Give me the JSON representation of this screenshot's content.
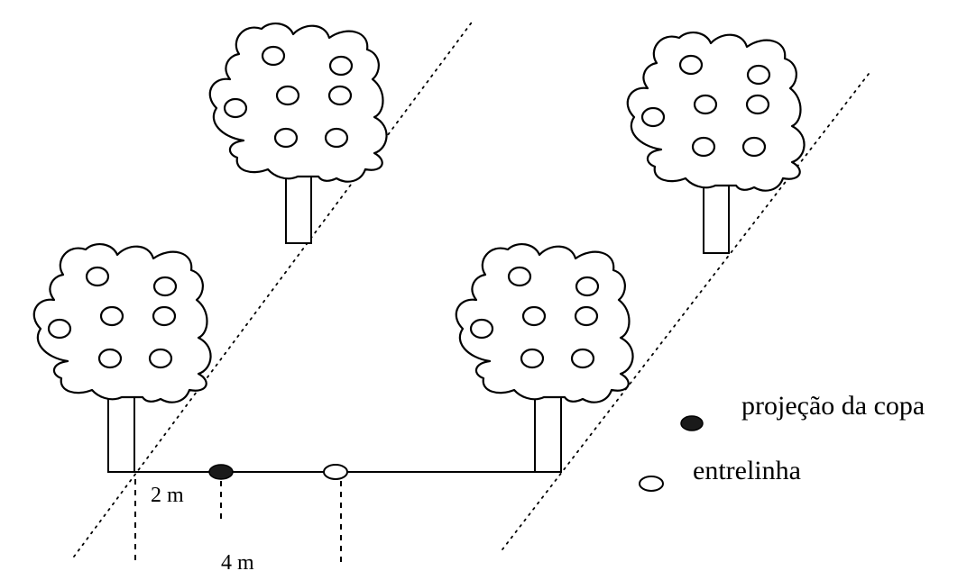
{
  "dimensions": {
    "projection_distance": "2 m",
    "interrow_distance": "4 m"
  },
  "legend": {
    "canopy_projection": "projeção da copa",
    "interrow": "entrelinha"
  },
  "colors": {
    "line": "#000000",
    "filled_marker": "#1a1a1a",
    "background": "#ffffff"
  }
}
